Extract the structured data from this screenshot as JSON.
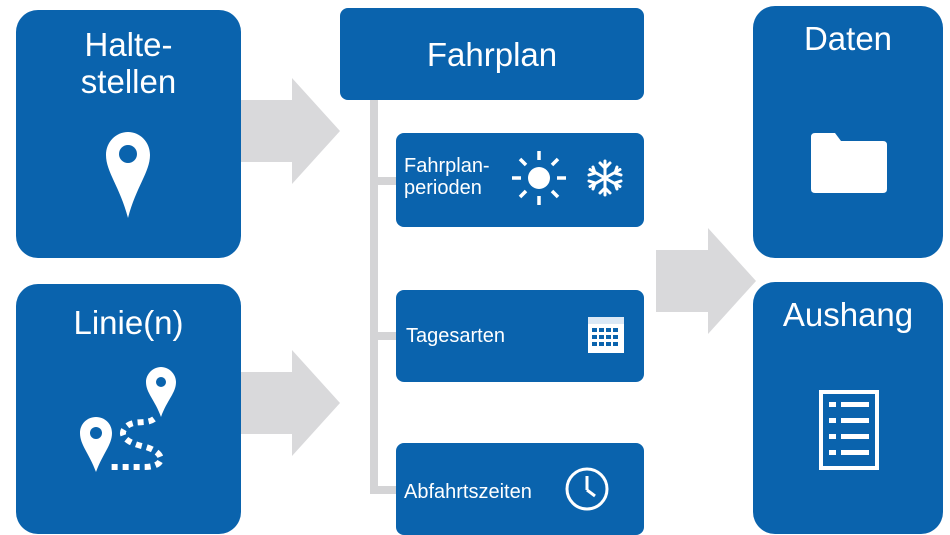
{
  "colors": {
    "primary": "#0a63ad",
    "arrow": "#d9d9db",
    "connector": "#d4d4d6",
    "icon": "#ffffff"
  },
  "inputs": {
    "haltestellen": {
      "title_line1": "Halte-",
      "title_line2": "stellen",
      "icon": "map-pin-icon"
    },
    "linien": {
      "title": "Linie(n)",
      "icon": "route-icon"
    }
  },
  "fahrplan": {
    "title": "Fahrplan",
    "items": [
      {
        "label_line1": "Fahrplan-",
        "label_line2": "perioden",
        "icons": [
          "sun-icon",
          "snowflake-icon"
        ]
      },
      {
        "label": "Tagesarten",
        "icon": "calendar-icon"
      },
      {
        "label": "Abfahrtszeiten",
        "icon": "clock-icon"
      }
    ]
  },
  "outputs": {
    "daten": {
      "title": "Daten",
      "icon": "folder-icon"
    },
    "aushang": {
      "title": "Aushang",
      "icon": "list-document-icon"
    }
  }
}
